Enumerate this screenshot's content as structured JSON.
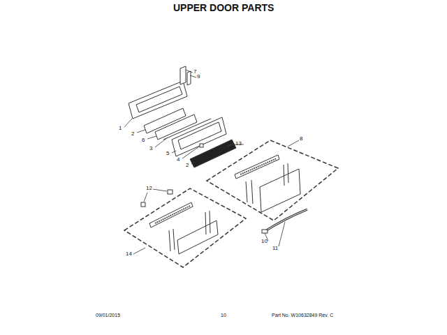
{
  "diagram": {
    "title": "UPPER DOOR PARTS",
    "labels": [
      "7",
      "9",
      "1",
      "2",
      "6",
      "3",
      "5",
      "4",
      "2",
      "13",
      "8",
      "12",
      "14",
      "10",
      "11",
      "09/01/2015",
      "10",
      "Part No. W10632849 Rev. C"
    ]
  }
}
